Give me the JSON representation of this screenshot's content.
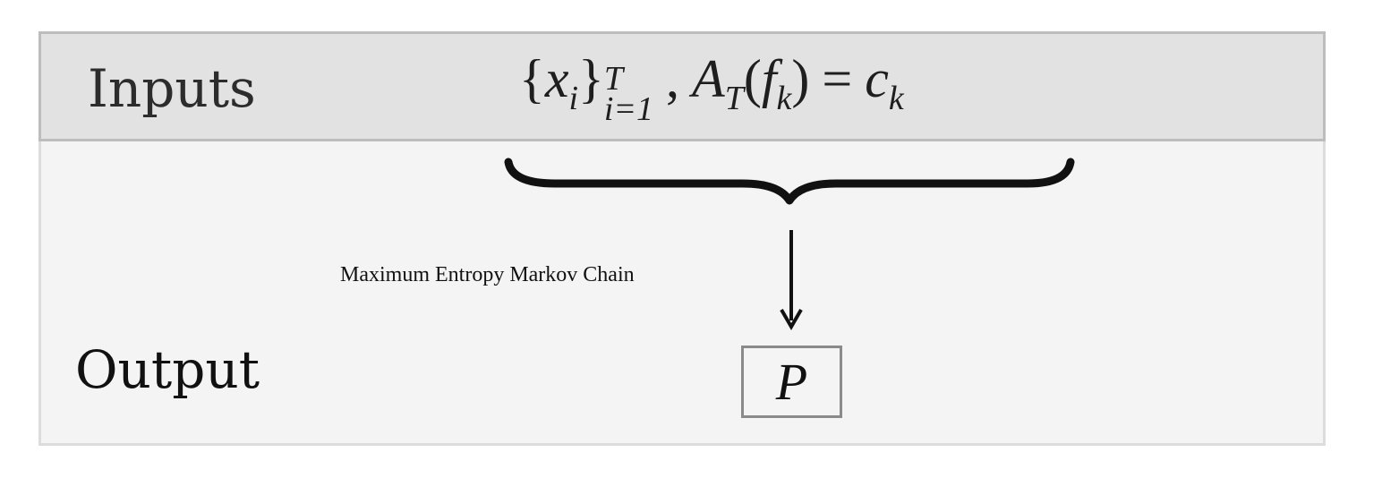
{
  "rows": {
    "inputs_label": "Inputs",
    "output_label": "Output"
  },
  "formula": {
    "open_brace": "{",
    "var_x": "x",
    "sub_i": "i",
    "close_brace": "}",
    "upper": "T",
    "lower": "i=1",
    "comma": ",",
    "var_A": "A",
    "sub_T": "T",
    "paren_open": "(",
    "var_f": "f",
    "sub_k": "k",
    "paren_close": ")",
    "equals": "=",
    "var_c": "c",
    "sub_k2": "k"
  },
  "edge": {
    "label": "Maximum Entropy Markov Chain"
  },
  "output_node": {
    "symbol": "P"
  }
}
